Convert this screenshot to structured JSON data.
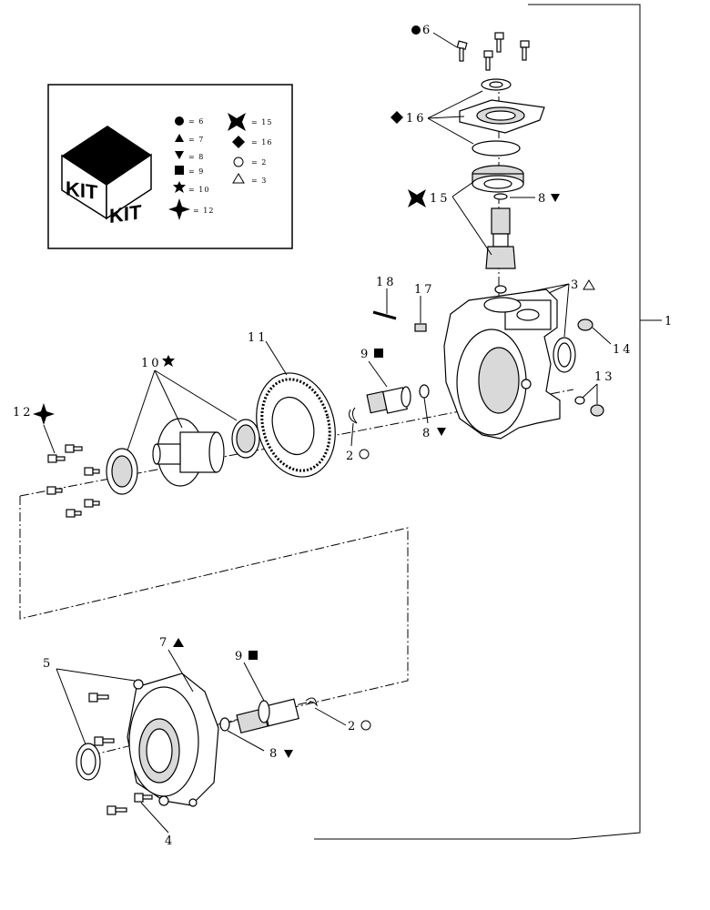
{
  "kit_box": {
    "kit_text_left": "KIT",
    "kit_text_right": "KIT",
    "legend": [
      {
        "symbol": "circle-filled",
        "label": "= 6"
      },
      {
        "symbol": "triangle-up-filled",
        "label": "= 7"
      },
      {
        "symbol": "triangle-down-filled",
        "label": "= 8"
      },
      {
        "symbol": "square-filled",
        "label": "= 9"
      },
      {
        "symbol": "star-filled",
        "label": "= 10"
      },
      {
        "symbol": "diamond-star-filled",
        "label": "= 12"
      },
      {
        "symbol": "maltese-cross",
        "label": "= 15"
      },
      {
        "symbol": "diamond-filled",
        "label": "= 16"
      },
      {
        "symbol": "circle-open",
        "label": "= 2"
      },
      {
        "symbol": "triangle-up-open",
        "label": "= 3"
      }
    ]
  },
  "callouts": {
    "c1": "1",
    "c2a": "2",
    "c2b": "2",
    "c3": "3",
    "c4": "4",
    "c5": "5",
    "c6": "6",
    "c7": "7",
    "c8a": "8",
    "c8b": "8",
    "c8c": "8",
    "c9a": "9",
    "c9b": "9",
    "c10": "10",
    "c11": "11",
    "c12": "12",
    "c13": "13",
    "c14": "14",
    "c15": "15",
    "c16": "16",
    "c17": "17",
    "c18": "18"
  }
}
